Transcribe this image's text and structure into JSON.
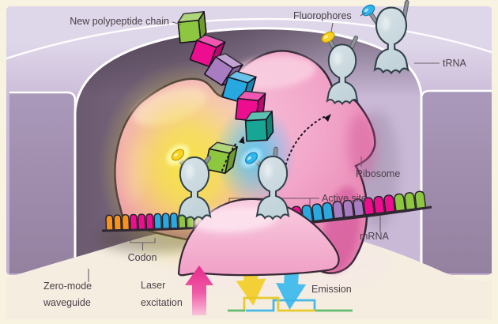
{
  "labels": {
    "new_polypeptide_chain": "New polypeptide chain",
    "fluorophores": "Fluorophores",
    "trna": "tRNA",
    "ribosome": "Ribosome",
    "active_site": "Active site",
    "mrna": "mRNA",
    "codon": "Codon",
    "zero_mode_line1": "Zero-mode",
    "zero_mode_line2": "waveguide",
    "laser_line1": "Laser",
    "laser_line2": "excitation",
    "emission": "Emission"
  },
  "colors": {
    "page-bg": "#f8f2e1",
    "panel-light": "#ded6e9",
    "panel-mid": "#cbbad8",
    "block-top": "#ab99bb",
    "block-bottom": "#94809f",
    "cave-dark": "#6b5a70",
    "cave-mid": "#8d7b93",
    "floor": "#f4ede0",
    "ribosome-pink": "#f2a6c9",
    "ribosome-highlight": "#fbd7e6",
    "ribosome-deep": "#d4569a",
    "mound-pink": "#f6bcd7",
    "trna-body": "#c2d3da",
    "trna-outline": "#31424a",
    "stem-grey": "#8f939a",
    "fluor-yellow": "#f7d21f",
    "fluor-blue": "#2fb6ef",
    "glow-yellow": "#f6e83c",
    "glow-blue": "#46c3f5",
    "laser-pink": "#e72a8b",
    "arrow-yellow": "#f2d02c",
    "arrow-blue": "#3fbbec",
    "trace-yellow": "#e9c724",
    "trace-blue": "#3db5e6",
    "trace-green": "#5bb964",
    "base-orange": "#f6921e",
    "base-magenta": "#ec0e8f",
    "base-blue": "#2aa9e0",
    "base-green": "#8dc63f",
    "base-purple": "#a87cc0",
    "cube-green": "#72bf44",
    "cube-magenta": "#e3097e",
    "cube-purple": "#9a52a5",
    "cube-cyan": "#27a8e0",
    "cube-teal": "#16a693",
    "outline-dark": "#362836",
    "label-text": "#4b4149",
    "leader-line": "#6a5f68"
  },
  "mrna": {
    "left_bases": [
      "orange",
      "orange",
      "orange",
      "magenta",
      "magenta",
      "magenta",
      "blue",
      "blue",
      "blue",
      "green",
      "green",
      "green"
    ],
    "right_bases": [
      "magenta",
      "magenta",
      "blue",
      "blue",
      "blue",
      "purple",
      "purple",
      "purple",
      "magenta",
      "magenta",
      "magenta",
      "green",
      "green",
      "green"
    ]
  },
  "polypeptide_chain": {
    "cubes": [
      "green",
      "magenta",
      "purple",
      "cyan",
      "magenta",
      "teal"
    ],
    "attached_amino_acid": "green"
  },
  "trnas": [
    {
      "site": "p-site-docked",
      "fluorophore": "yellow",
      "glowing": true
    },
    {
      "site": "a-site-docked",
      "fluorophore": "blue",
      "glowing": true
    },
    {
      "site": "exiting",
      "fluorophore": "yellow",
      "glowing": false
    },
    {
      "site": "free",
      "fluorophore": "blue",
      "glowing": false
    }
  ],
  "emission_trace": {
    "type": "line",
    "series": [
      {
        "name": "blue-dye-signal",
        "color": "trace-blue",
        "points": [
          [
            311,
            393
          ],
          [
            346,
            393
          ],
          [
            346,
            380
          ],
          [
            398,
            380
          ],
          [
            398,
            393
          ]
        ]
      },
      {
        "name": "yellow-dye-signal",
        "color": "trace-yellow",
        "points": [
          [
            309,
            393
          ],
          [
            309,
            377
          ],
          [
            352,
            377
          ],
          [
            352,
            393
          ],
          [
            399,
            393
          ]
        ]
      },
      {
        "name": "baseline-left",
        "color": "trace-green",
        "points": [
          [
            288,
            393
          ],
          [
            310,
            393
          ]
        ]
      },
      {
        "name": "baseline-right",
        "color": "trace-green",
        "points": [
          [
            399,
            393
          ],
          [
            446,
            393
          ]
        ]
      }
    ]
  }
}
